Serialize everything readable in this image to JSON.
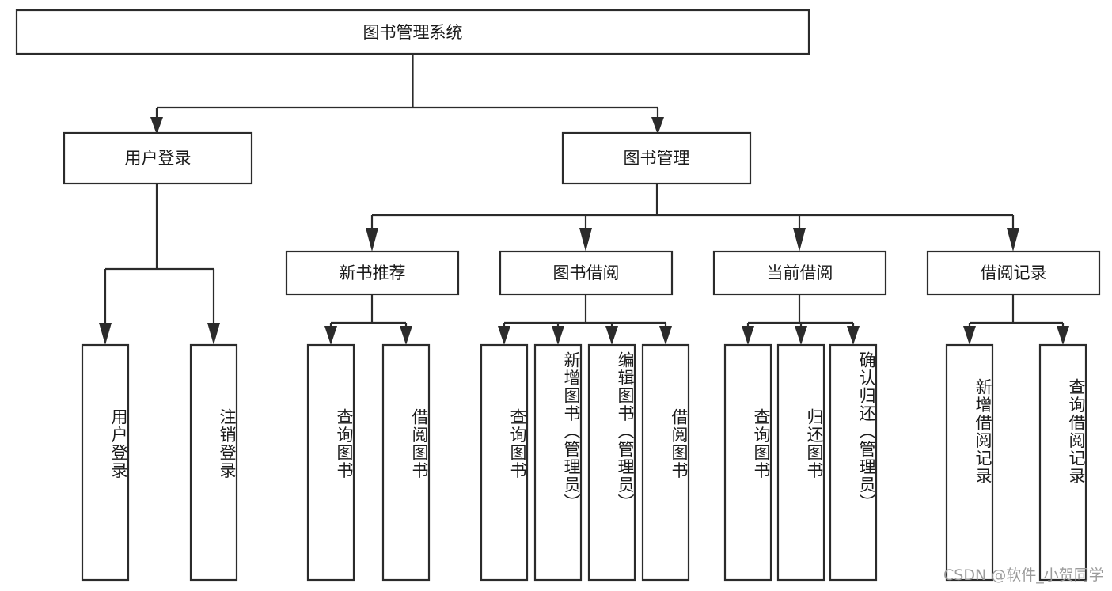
{
  "diagram": {
    "type": "tree",
    "title": "图书管理系统",
    "root": {
      "id": "root",
      "label": "图书管理系统"
    },
    "level2": [
      {
        "id": "user-login",
        "label": "用户登录"
      },
      {
        "id": "book-management",
        "label": "图书管理"
      }
    ],
    "level3": [
      {
        "id": "new-book-recommend",
        "label": "新书推荐",
        "parent": "book-management"
      },
      {
        "id": "book-borrow",
        "label": "图书借阅",
        "parent": "book-management"
      },
      {
        "id": "current-borrow",
        "label": "当前借阅",
        "parent": "book-management"
      },
      {
        "id": "borrow-record",
        "label": "借阅记录",
        "parent": "book-management"
      }
    ],
    "leaves": [
      {
        "id": "leaf-user-login",
        "label": "用户登录",
        "parent": "user-login"
      },
      {
        "id": "leaf-logout",
        "label": "注销登录",
        "parent": "user-login"
      },
      {
        "id": "leaf-query-book-1",
        "label": "查询图书",
        "parent": "new-book-recommend"
      },
      {
        "id": "leaf-borrow-book-1",
        "label": "借阅图书",
        "parent": "new-book-recommend"
      },
      {
        "id": "leaf-query-book-2",
        "label": "查询图书",
        "parent": "book-borrow"
      },
      {
        "id": "leaf-add-book",
        "label": "新增图书（管理员）",
        "parent": "book-borrow"
      },
      {
        "id": "leaf-edit-book",
        "label": "编辑图书（管理员）",
        "parent": "book-borrow"
      },
      {
        "id": "leaf-borrow-book-2",
        "label": "借阅图书",
        "parent": "book-borrow"
      },
      {
        "id": "leaf-query-book-3",
        "label": "查询图书",
        "parent": "current-borrow"
      },
      {
        "id": "leaf-return-book",
        "label": "归还图书",
        "parent": "current-borrow"
      },
      {
        "id": "leaf-confirm-return",
        "label": "确认归还（管理员）",
        "parent": "current-borrow"
      },
      {
        "id": "leaf-add-record",
        "label": "新增借阅记录",
        "parent": "borrow-record"
      },
      {
        "id": "leaf-query-record",
        "label": "查询借阅记录",
        "parent": "borrow-record"
      }
    ]
  },
  "watermark": {
    "text": "CSDN @软件_小贺同学"
  },
  "colors": {
    "stroke": "#2b2b2b",
    "box_fill": "#ffffff",
    "text": "#1a1a1a",
    "watermark": "#9b9b9b",
    "background": "#ffffff"
  }
}
